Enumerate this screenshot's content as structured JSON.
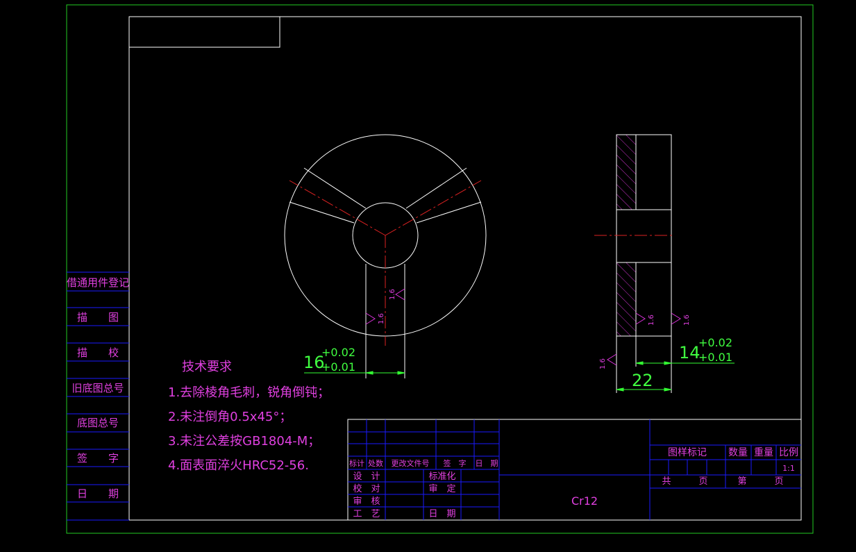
{
  "colors": {
    "background": "#000000",
    "outer_border": "#22cc22",
    "geometry": "#ffffff",
    "centerline": "#dd2222",
    "dimension": "#33ff33",
    "text": "#dd33dd",
    "table_lines": "#1a1aff",
    "hatch": "#cc33cc"
  },
  "left_column": {
    "labels": [
      "借通用件登记",
      "描　　图",
      "描　　校",
      "旧底图总号",
      "底图总号",
      "签　　字",
      "日　　期"
    ]
  },
  "tech_requirements": {
    "title": "技术要求",
    "items": [
      "1.去除棱角毛刺，锐角倒钝；",
      "2.未注倒角0.5x45°；",
      "3.未注公差按GB1804-M；",
      "4.面表面淬火HRC52-56."
    ]
  },
  "dimensions": {
    "front_width": {
      "nominal": "16",
      "upper": "+0.02",
      "lower": "+0.01"
    },
    "side_thickness": {
      "nominal": "14",
      "upper": "+0.02",
      "lower": "+0.01"
    },
    "side_width": {
      "nominal": "22"
    }
  },
  "roughness": {
    "value": "1.6"
  },
  "title_block": {
    "rev_headers": [
      "标计",
      "处数",
      "更改文件号",
      "签　字",
      "日　期"
    ],
    "design": "设　计",
    "check": "校　对",
    "review": "审　核",
    "process": "工　艺",
    "standardize": "标准化",
    "approve": "审　定",
    "date": "日　期",
    "material": "Cr12",
    "drawing_mark": "图样标记",
    "quantity": "数量",
    "weight": "重量",
    "scale_label": "比例",
    "scale_value": "1:1",
    "total": "共",
    "sheet": "页",
    "number": "第",
    "page": "页"
  }
}
